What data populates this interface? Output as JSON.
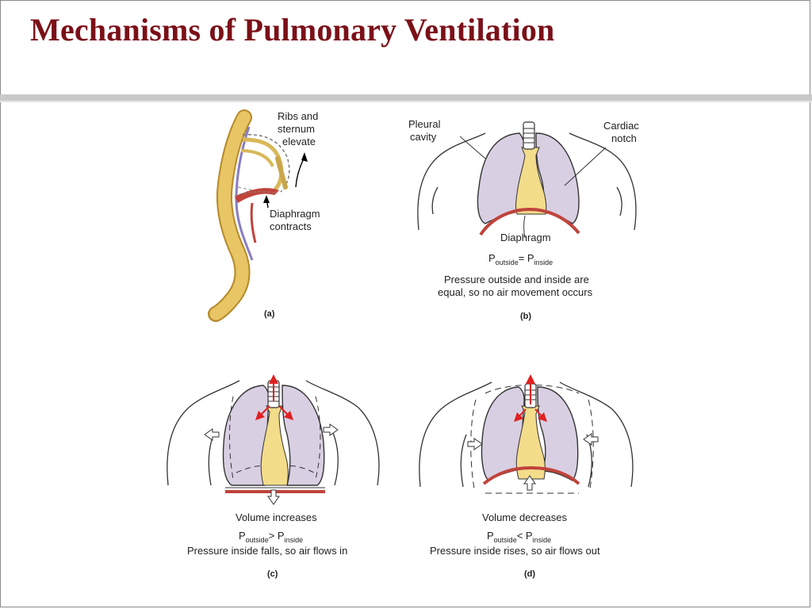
{
  "slide": {
    "title": "Mechanisms of Pulmonary Ventilation"
  },
  "panel_a": {
    "label_ribs_1": "Ribs and",
    "label_ribs_2": "sternum",
    "label_ribs_3": "elevate",
    "label_diaphragm_1": "Diaphragm",
    "label_diaphragm_2": "contracts",
    "caption": "(a)"
  },
  "panel_b": {
    "label_pleural_1": "Pleural",
    "label_pleural_2": "cavity",
    "label_cardiac_1": "Cardiac",
    "label_cardiac_2": "notch",
    "label_diaphragm": "Diaphragm",
    "p_outside": "P",
    "p_outside_sub": "outside",
    "p_relation": "= P",
    "p_inside_sub": "inside",
    "line1": "Pressure outside and inside are",
    "line2": "equal, so no air movement occurs",
    "caption": "(b)"
  },
  "panel_c": {
    "line_volume": "Volume increases",
    "p_outside": "P",
    "p_outside_sub": "outside",
    "p_relation": "> P",
    "p_inside_sub": "inside",
    "line_flow": "Pressure inside falls, so air flows in",
    "caption": "(c)"
  },
  "panel_d": {
    "line_volume": "Volume decreases",
    "p_outside": "P",
    "p_outside_sub": "outside",
    "p_relation": "< P",
    "p_inside_sub": "inside",
    "line_flow": "Pressure inside rises, so air flows out",
    "caption": "(d)"
  },
  "colors": {
    "title": "#7b1018",
    "lung": "#d9cfe3",
    "airway": "#f3dc8a",
    "diaphragm": "#c0443c",
    "arrow": "#e02020",
    "bone": "#e8c565"
  }
}
